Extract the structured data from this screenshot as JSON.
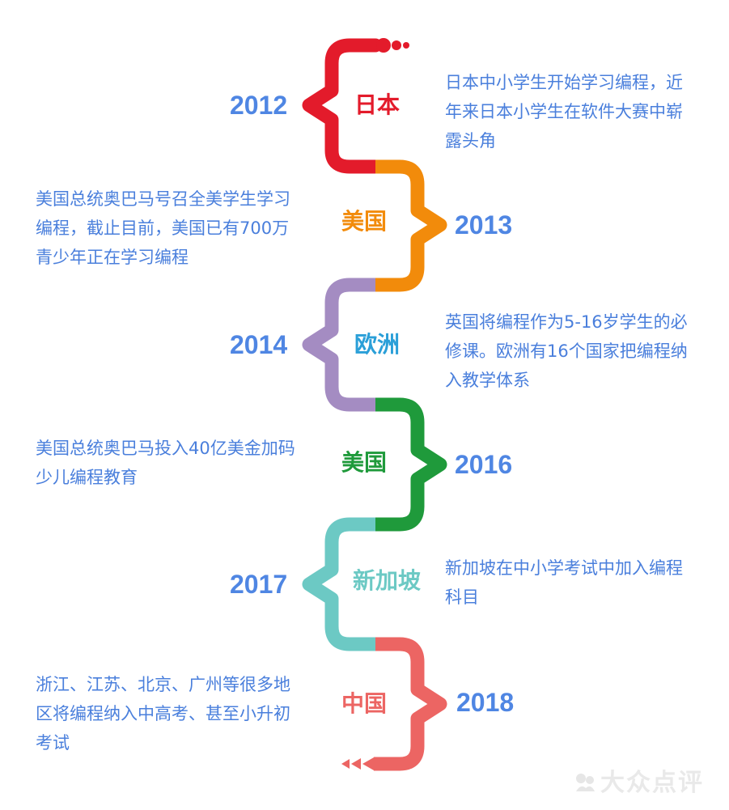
{
  "colors": {
    "japan": "#e31b2b",
    "usa_2013": "#f28b0b",
    "europe": "#a48cc2",
    "usa_2016": "#1f9a3b",
    "singapore": "#6cc9c4",
    "china": "#ec6563",
    "year_text": "#4f86e3",
    "description_text": "#4a7fdc",
    "europe_label": "#2a9fd8"
  },
  "events": [
    {
      "year": "2012",
      "country": "日本",
      "description": "日本中小学生开始学习编程，近年来日本小学生在软件大赛中崭露头角"
    },
    {
      "year": "2013",
      "country": "美国",
      "description": "美国总统奥巴马号召全美学生学习编程，截止目前，美国已有700万青少年正在学习编程"
    },
    {
      "year": "2014",
      "country": "欧洲",
      "description": "英国将编程作为5-16岁学生的必修课。欧洲有16个国家把编程纳入教学体系"
    },
    {
      "year": "2016",
      "country": "美国",
      "description": "美国总统奥巴马投入40亿美金加码少儿编程教育"
    },
    {
      "year": "2017",
      "country": "新加坡",
      "description": "新加坡在中小学考试中加入编程科目"
    },
    {
      "year": "2018",
      "country": "中国",
      "description": "浙江、江苏、北京、广州等很多地区将编程纳入中高考、甚至小升初考试"
    }
  ],
  "watermark": {
    "text": "大众点评",
    "icon": "dianping-logo-icon"
  }
}
